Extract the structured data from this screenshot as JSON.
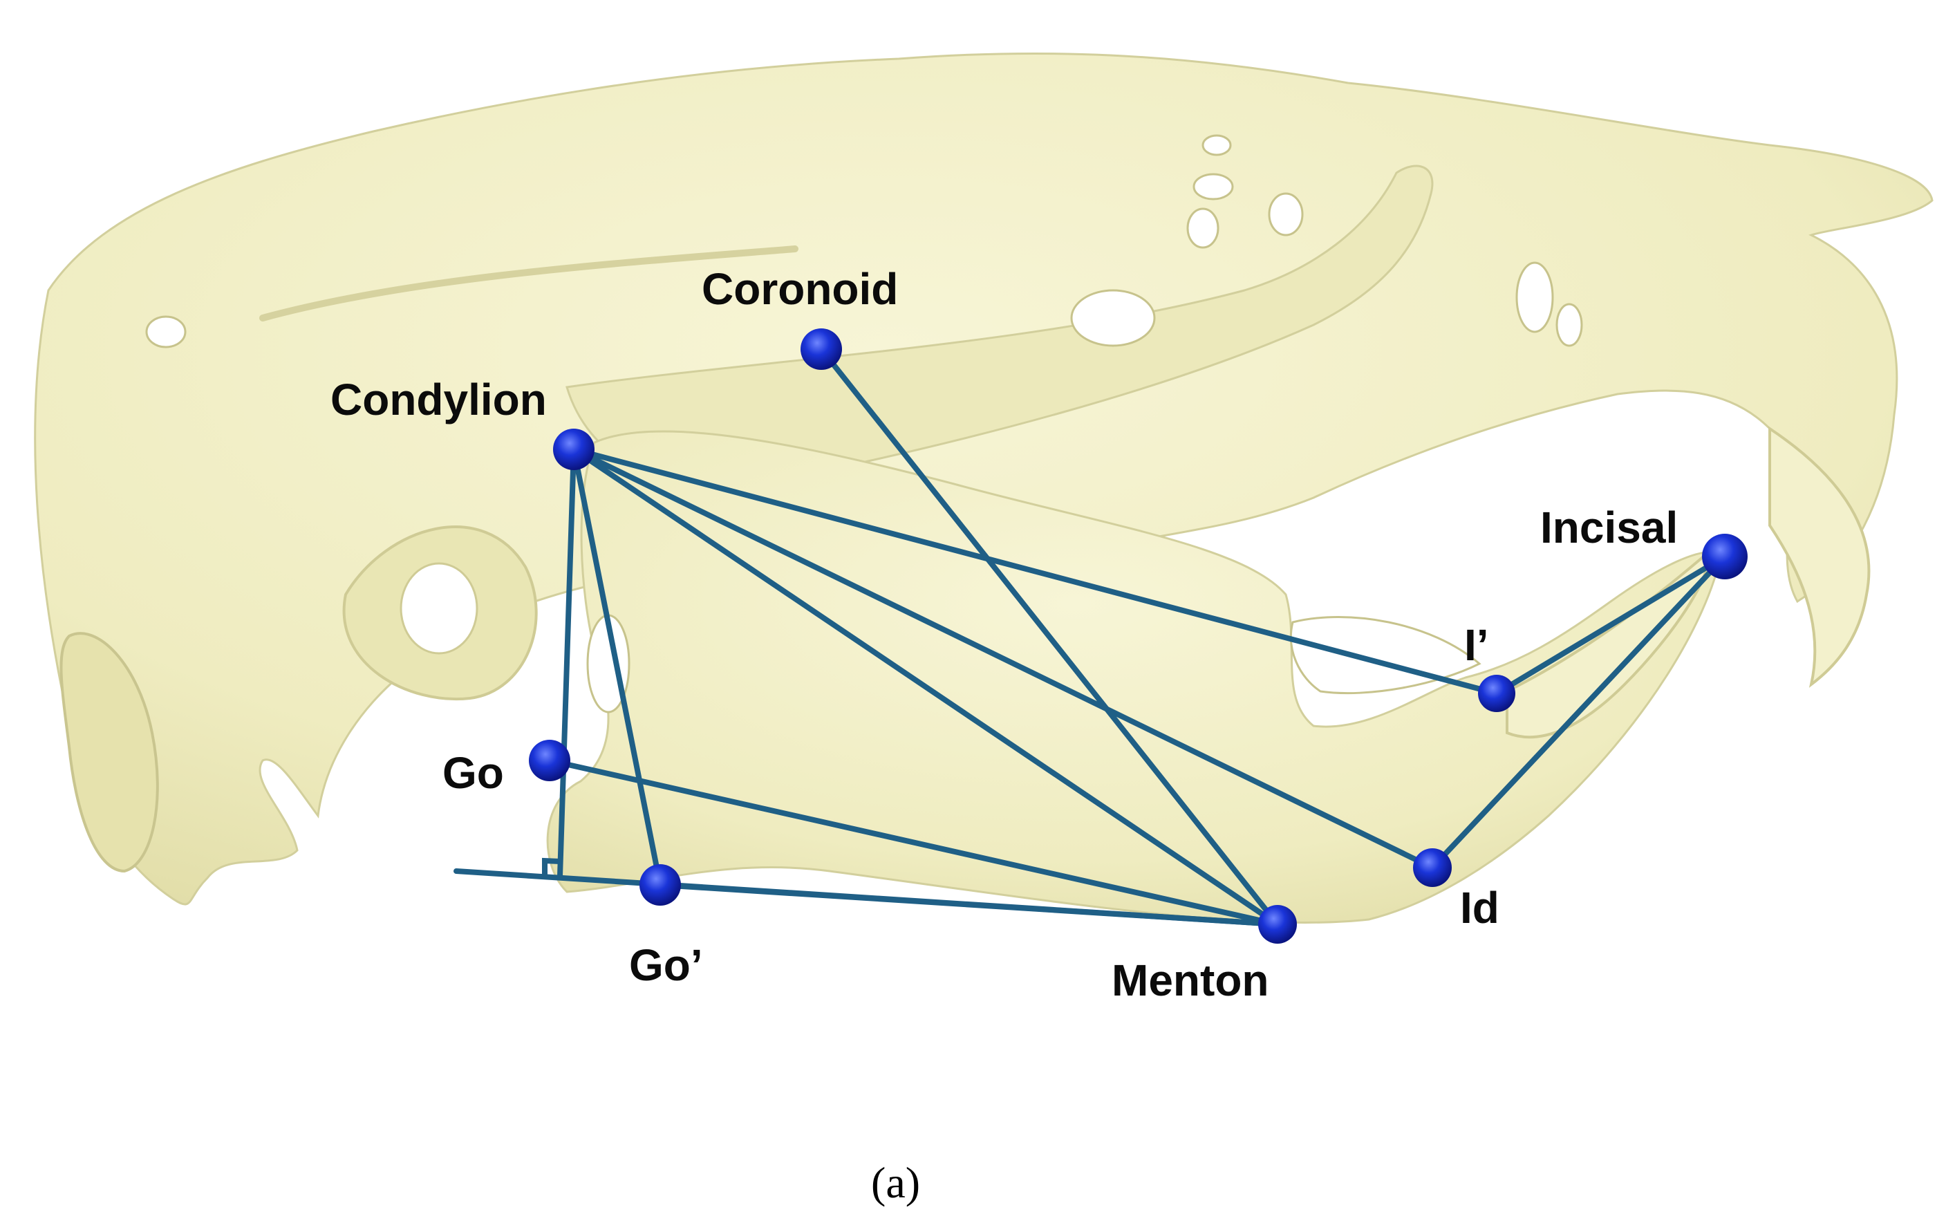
{
  "figure": {
    "caption": "(a)",
    "colors": {
      "bone": "#f1efc6",
      "bone_shadow": "#d9d6a6",
      "line": "#1f5f86",
      "marker": "#1028c8",
      "label": "#0b0b0b"
    }
  },
  "landmarks": [
    {
      "id": "coronoid",
      "label": "Coronoid"
    },
    {
      "id": "condylion",
      "label": "Condylion"
    },
    {
      "id": "incisal",
      "label": "Incisal"
    },
    {
      "id": "i-prime",
      "label": "I’"
    },
    {
      "id": "go",
      "label": "Go"
    },
    {
      "id": "go-prime",
      "label": "Go’"
    },
    {
      "id": "menton",
      "label": "Menton"
    },
    {
      "id": "id",
      "label": "Id"
    }
  ],
  "measurements": [
    {
      "from": "condylion",
      "to": "go-prime"
    },
    {
      "from": "condylion",
      "to": "menton"
    },
    {
      "from": "condylion",
      "to": "id"
    },
    {
      "from": "condylion",
      "to": "i-prime"
    },
    {
      "from": "condylion",
      "to": "mandibular-plane-perpendicular"
    },
    {
      "from": "coronoid",
      "to": "menton"
    },
    {
      "from": "go",
      "to": "menton"
    },
    {
      "from": "go-prime",
      "to": "menton"
    },
    {
      "from": "incisal",
      "to": "i-prime"
    },
    {
      "from": "incisal",
      "to": "id"
    }
  ]
}
